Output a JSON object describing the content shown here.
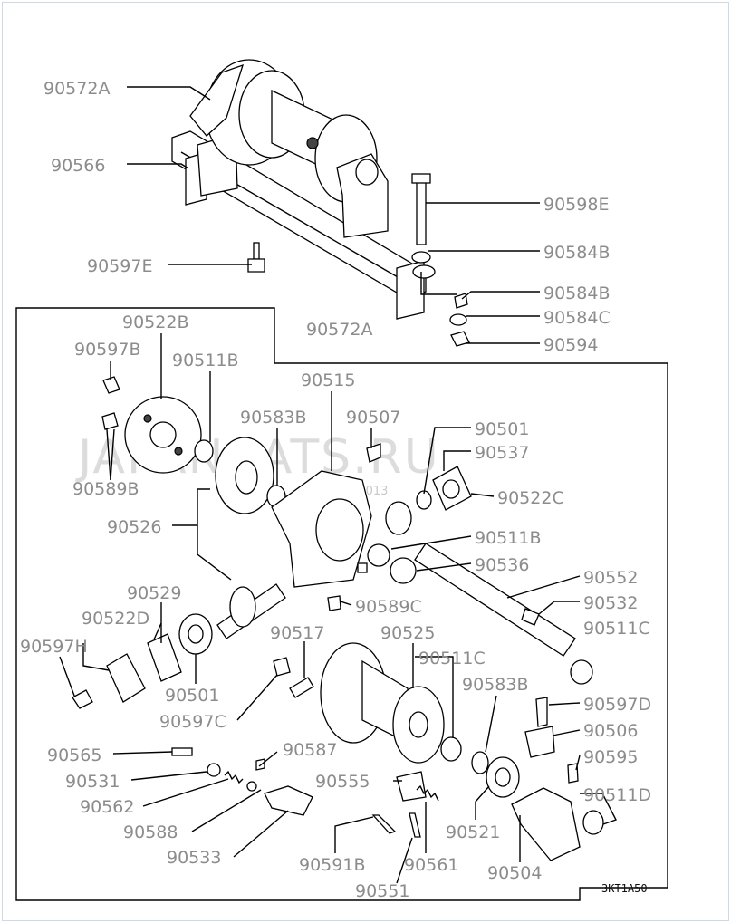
{
  "diagram_code": "3KT1A50",
  "watermark": {
    "text": "JAPANCATS.RU",
    "date": "28.10.2013"
  },
  "labels": {
    "p90572A_top": "90572A",
    "p90566": "90566",
    "p90598E": "90598E",
    "p90584B_a": "90584B",
    "p90597E": "90597E",
    "p90584B_b": "90584B",
    "p90584C": "90584C",
    "p90594": "90594",
    "p90522B": "90522B",
    "p90572A_box": "90572A",
    "p90597B": "90597B",
    "p90511B_a": "90511B",
    "p90515": "90515",
    "p90583B_a": "90583B",
    "p90507": "90507",
    "p90501_a": "90501",
    "p90537": "90537",
    "p90522C": "90522C",
    "p90589B": "90589B",
    "p90526": "90526",
    "p90511B_b": "90511B",
    "p90536": "90536",
    "p90552": "90552",
    "p90532": "90532",
    "p90589C": "90589C",
    "p90529": "90529",
    "p90522D": "90522D",
    "p90511C_a": "90511C",
    "p90517": "90517",
    "p90525": "90525",
    "p90597H": "90597H",
    "p90511C_b": "90511C",
    "p90583B_b": "90583B",
    "p90501_b": "90501",
    "p90597D": "90597D",
    "p90597C": "90597C",
    "p90506": "90506",
    "p90565": "90565",
    "p90587": "90587",
    "p90595": "90595",
    "p90531": "90531",
    "p90555": "90555",
    "p90511D": "90511D",
    "p90562": "90562",
    "p90588": "90588",
    "p90521": "90521",
    "p90533": "90533",
    "p90591B": "90591B",
    "p90561": "90561",
    "p90504": "90504",
    "p90551": "90551"
  }
}
